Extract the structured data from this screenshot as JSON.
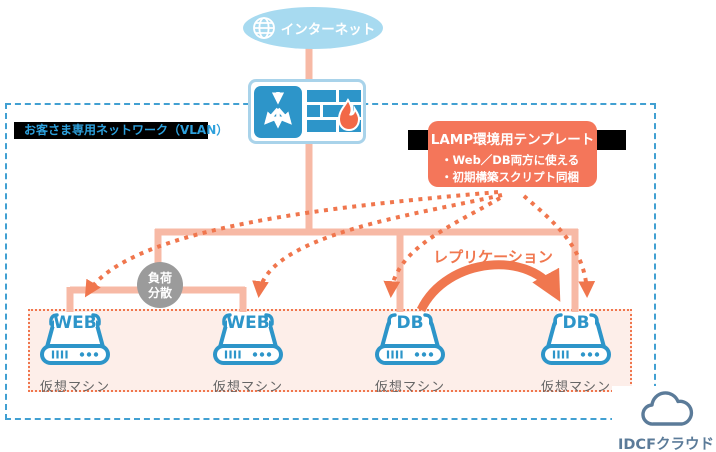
{
  "diagram": {
    "internet": {
      "label": "インターネット"
    },
    "vlan_label": "お客さま専用ネットワーク（VLAN）",
    "callout": {
      "title": "LAMP環境用テンプレート",
      "bullets": [
        "・Web／DB両方に使える",
        "・初期構築スクリプト同梱"
      ]
    },
    "load_balance_badge": {
      "line1": "負荷",
      "line2": "分散"
    },
    "replication_label": "レプリケーション",
    "servers": [
      {
        "type": "WEB",
        "label": "仮想マシン"
      },
      {
        "type": "WEB",
        "label": "仮想マシン"
      },
      {
        "type": "DB",
        "label": "仮想マシン"
      },
      {
        "type": "DB",
        "label": "仮想マシン"
      }
    ],
    "logo": {
      "text": "IDCFクラウド"
    },
    "colors": {
      "accent_blue": "#2d95c9",
      "light_blue": "#a7daf0",
      "dashed_border_blue": "#41a0d2",
      "salmon_line": "#f7b9a5",
      "orange_arrow": "#f0764d",
      "callout_bg": "#f4765a",
      "pink_zone_bg": "#fdeee9",
      "badge_gray": "#9b9b9b",
      "flame_orange": "#f26847",
      "logo_slate": "#5b7b99"
    }
  }
}
